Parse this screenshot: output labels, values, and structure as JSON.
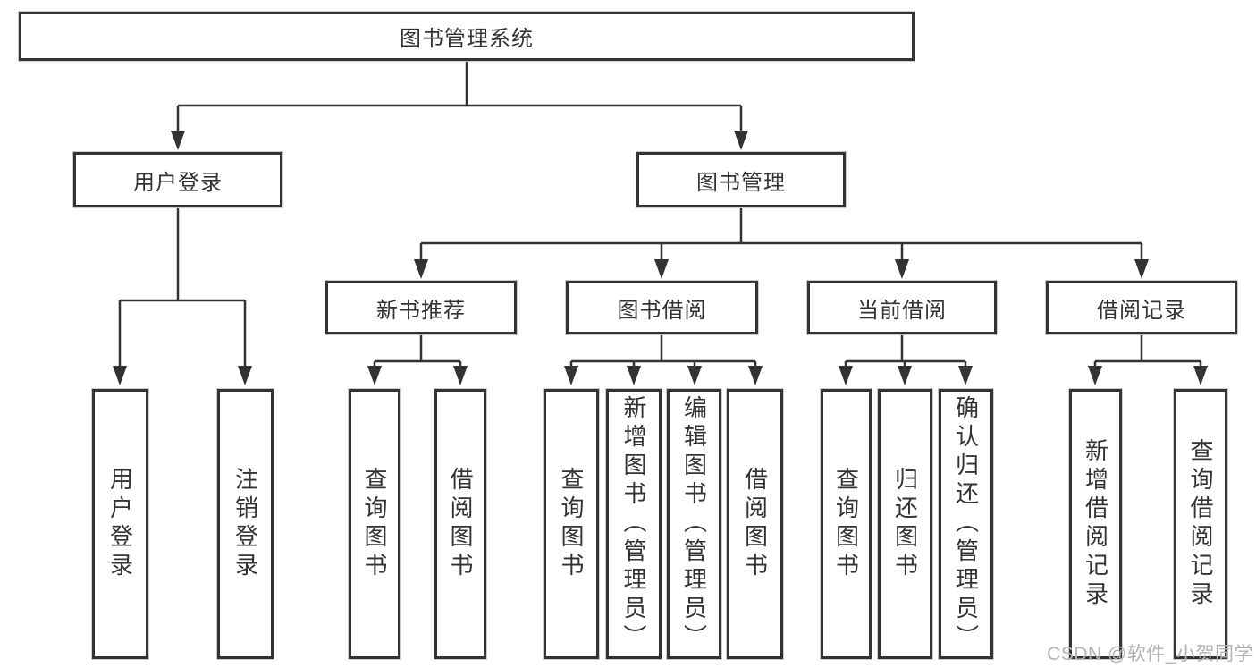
{
  "diagram_title": "图书管理系统",
  "tree": {
    "root": {
      "label": "图书管理系统"
    },
    "children": [
      {
        "label": "用户登录",
        "children": [
          {
            "label": "用户登录"
          },
          {
            "label": "注销登录"
          }
        ]
      },
      {
        "label": "图书管理",
        "children": [
          {
            "label": "新书推荐",
            "children": [
              {
                "label": "查询图书"
              },
              {
                "label": "借阅图书"
              }
            ]
          },
          {
            "label": "图书借阅",
            "children": [
              {
                "label": "查询图书"
              },
              {
                "label": "新增图书（管理员）"
              },
              {
                "label": "编辑图书（管理员）"
              },
              {
                "label": "借阅图书"
              }
            ]
          },
          {
            "label": "当前借阅",
            "children": [
              {
                "label": "查询图书"
              },
              {
                "label": "归还图书"
              },
              {
                "label": "确认归还（管理员）"
              }
            ]
          },
          {
            "label": "借阅记录",
            "children": [
              {
                "label": "新增借阅记录"
              },
              {
                "label": "查询借阅记录"
              }
            ]
          }
        ]
      }
    ]
  },
  "watermark": "CSDN @软件_小贺同学",
  "colors": {
    "line": "#333333",
    "text": "#333333",
    "background": "#ffffff",
    "watermark": "#b3b3b3"
  }
}
